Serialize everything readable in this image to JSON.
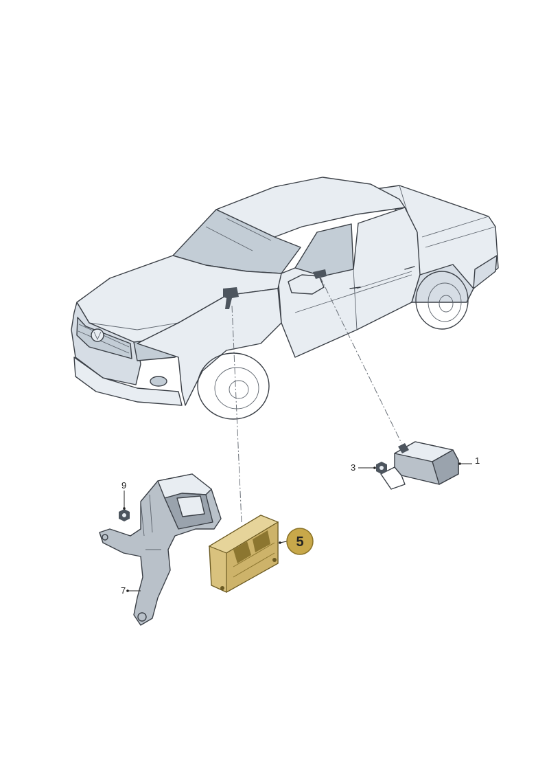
{
  "diagram": {
    "callouts": [
      {
        "id": "1",
        "label": "1"
      },
      {
        "id": "3",
        "label": "3"
      },
      {
        "id": "5",
        "label": "5"
      },
      {
        "id": "7",
        "label": "7"
      },
      {
        "id": "9",
        "label": "9"
      }
    ],
    "highlighted_part": "5",
    "colors": {
      "highlight_fill": "#c8a84a",
      "highlight_part": "#d9c27e",
      "line": "#3a3f46",
      "vehicle_body": "#e8edf2"
    }
  }
}
